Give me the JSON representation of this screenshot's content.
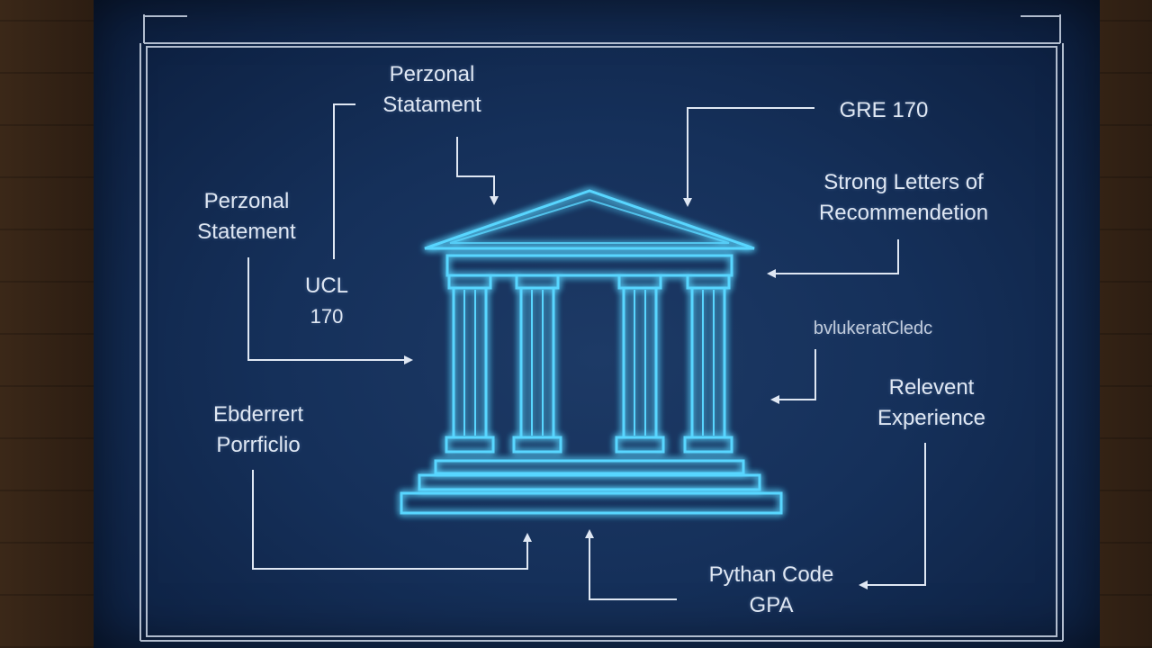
{
  "labels": {
    "personal_statement_top": [
      "Perzonal",
      "Statament"
    ],
    "gre": "GRE 170",
    "letters": [
      "Strong Letters of",
      "Recommendetion"
    ],
    "personal_statement_left": [
      "Perzonal",
      "Statement"
    ],
    "ucl": [
      "UCL",
      "170"
    ],
    "blurred": "bvlukeratCledc",
    "relevant": [
      "Relevent",
      "Experience"
    ],
    "portfolio": [
      "Ebderrert",
      "Porrficlio"
    ],
    "python": [
      "Pythan Code",
      "GPA"
    ]
  },
  "colors": {
    "board": "#15305a",
    "line": "#dfe7f3",
    "glow": "#59d6ff",
    "wood": "#3b2818"
  },
  "icon": "greek-temple-icon"
}
